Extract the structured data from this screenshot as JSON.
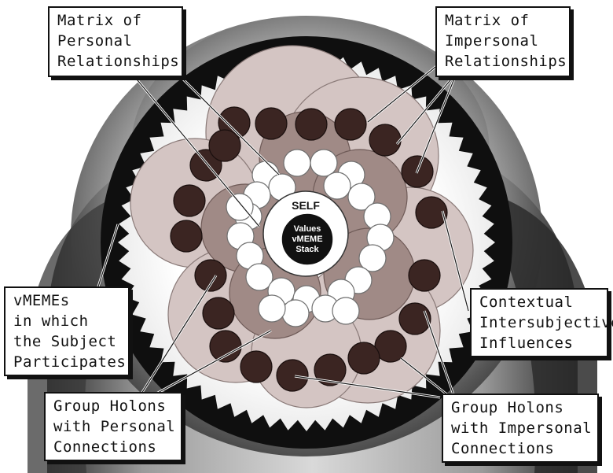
{
  "labels": {
    "personal_matrix": [
      "Matrix of",
      "Personal",
      "Relationships"
    ],
    "impersonal_matrix": [
      "Matrix of",
      "Impersonal",
      "Relationships"
    ],
    "vmemes": [
      "vMEMEs",
      "in which",
      "the Subject",
      "Participates"
    ],
    "contextual": [
      "Contextual",
      "Intersubjective",
      "Influences"
    ],
    "group_personal": [
      "Group Holons",
      "with Personal",
      "Connections"
    ],
    "group_impersonal": [
      "Group Holons",
      "with Impersonal",
      "Connections"
    ]
  },
  "center": {
    "self": "SELF",
    "core": [
      "Values",
      "vMEME",
      "Stack"
    ]
  },
  "colors": {
    "pale_disc": "#d4c5c3",
    "mid_disc": "#a08a86",
    "dark_node": "#3b2522",
    "light_node": "#ffffff",
    "core": "#111111",
    "head": "#444444"
  }
}
